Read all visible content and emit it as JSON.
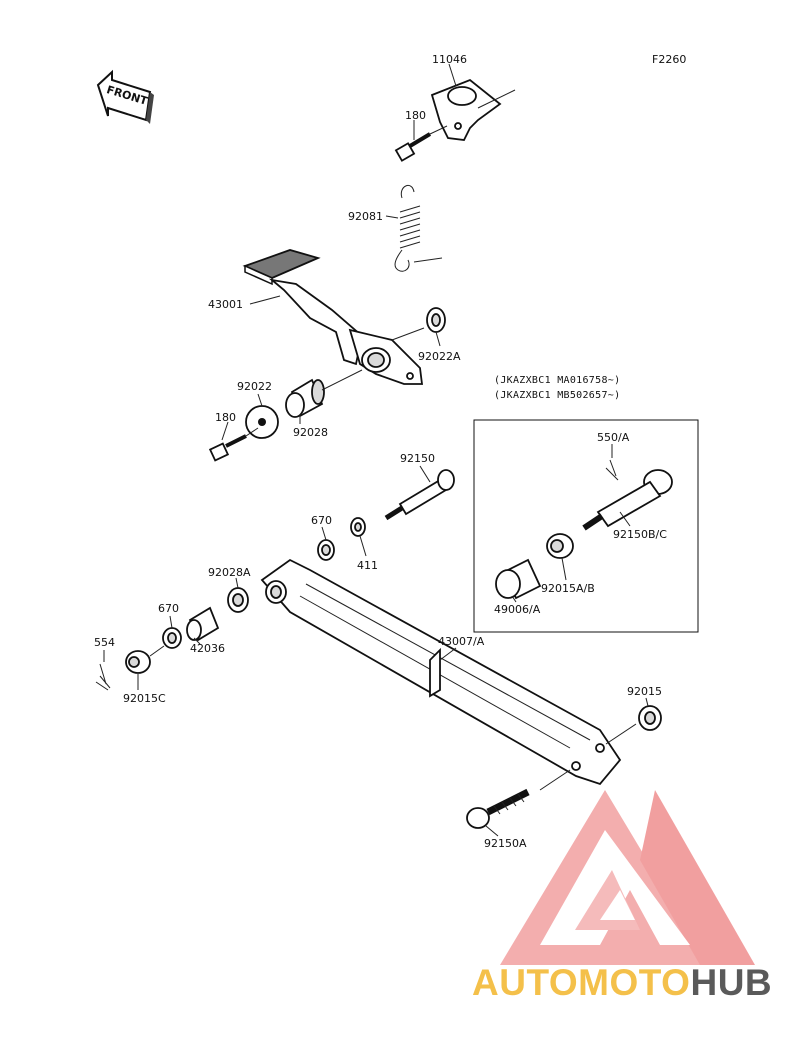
{
  "figure_id": "F2260",
  "front_label": "FRONT",
  "variant_note": {
    "line1": "(JKAZXBC1 MA016758~)",
    "line2": "(JKAZXBC1 MB502657~)"
  },
  "labels": {
    "p11046": "11046",
    "p180_top": "180",
    "p92081": "92081",
    "p43001": "43001",
    "p92022A": "92022A",
    "p92022": "92022",
    "p180_mid": "180",
    "p92028": "92028",
    "p92150": "92150",
    "p670_top": "670",
    "p411": "411",
    "p92028A": "92028A",
    "p670_low": "670",
    "p42036": "42036",
    "p554": "554",
    "p92015C": "92015C",
    "p43007A": "43007/A",
    "p550A": "550/A",
    "p92150BC": "92150B/C",
    "p92015AB": "92015A/B",
    "p49006A": "49006/A",
    "p92015": "92015",
    "p92150A": "92150A"
  },
  "watermark": {
    "part1": "AUTOMOTO",
    "part2": "HUB",
    "color_accent": "#f08a8a",
    "color_text1": "#f4c04a",
    "color_text2": "#5a5a5a"
  }
}
